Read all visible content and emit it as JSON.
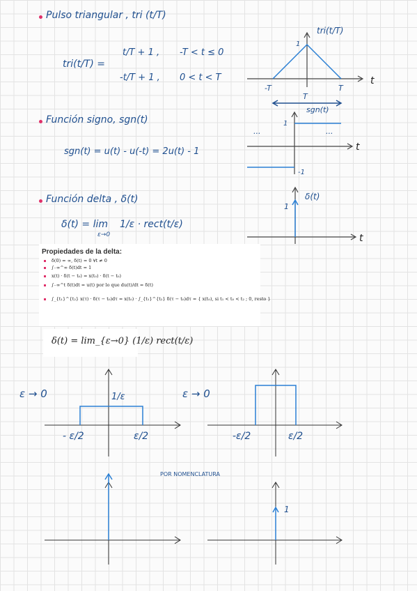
{
  "tri": {
    "heading": "Pulso triangular , tri (t/T)",
    "lhs": "tri(t/T) =",
    "case1_expr": "t/T + 1 ,",
    "case1_cond": "-T < t ≤ 0",
    "case2_expr": "-t/T + 1 ,",
    "case2_cond": "0 < t < T",
    "graph": {
      "ylabel": "tri(t/T)",
      "xlabel": "t",
      "peak_label": "1",
      "left_label": "-T",
      "right_label": "T",
      "width_label": "T"
    }
  },
  "sgn": {
    "heading": "Función signo, sgn(t)",
    "formula": "sgn(t) = u(t) - u(-t) = 2u(t) - 1",
    "graph": {
      "ylabel": "sgn(t)",
      "xlabel": "t",
      "top_label": "1",
      "bottom_label": "-1",
      "dots": "..."
    }
  },
  "delta": {
    "heading": "Función delta , δ(t)",
    "formula_lhs": "δ(t) = lim",
    "formula_sub": "ε→0",
    "formula_rhs": "1/ε · rect(t/ε)",
    "graph": {
      "ylabel": "δ(t)",
      "xlabel": "t",
      "impulse_label": "1"
    }
  },
  "properties": {
    "title": "Propiedades de la delta:",
    "items": [
      "δ(0) = ∞, δ(t) = 0 ∀t ≠ 0",
      "∫₋∞^∞ δ(t)dt = 1",
      "x(t) · δ(t − t₀) = x(t₀) · δ(t − t₀)",
      "∫₋∞^t δ(t)dt = u(t) por lo que du(t)/dt = δ(t)",
      "∫_{t₁}^{t₂} x(τ) · δ(τ − t₀)dτ = x(t₀) · ∫_{t₁}^{t₂} δ(τ − t₀)dτ = { x(t₀), si t₁ < t₀ < t₂ ; 0, resto }"
    ]
  },
  "delta_def": "δ(t) = lim_{ε→0} (1/ε) rect(t/ε)",
  "limits": {
    "left_arrow": "ε → 0",
    "right_arrow": "ε → 0",
    "height_label": "1/ε",
    "left_neg": "- ε/2",
    "left_pos": "ε/2",
    "right_neg": "-ε/2",
    "right_pos": "ε/2",
    "nomenclature": "POR NOMENCLATURA",
    "impulse_label": "1"
  },
  "colors": {
    "ink": "#1f4f8f",
    "line": "#2a7fd4",
    "bullet": "#e0306a"
  }
}
